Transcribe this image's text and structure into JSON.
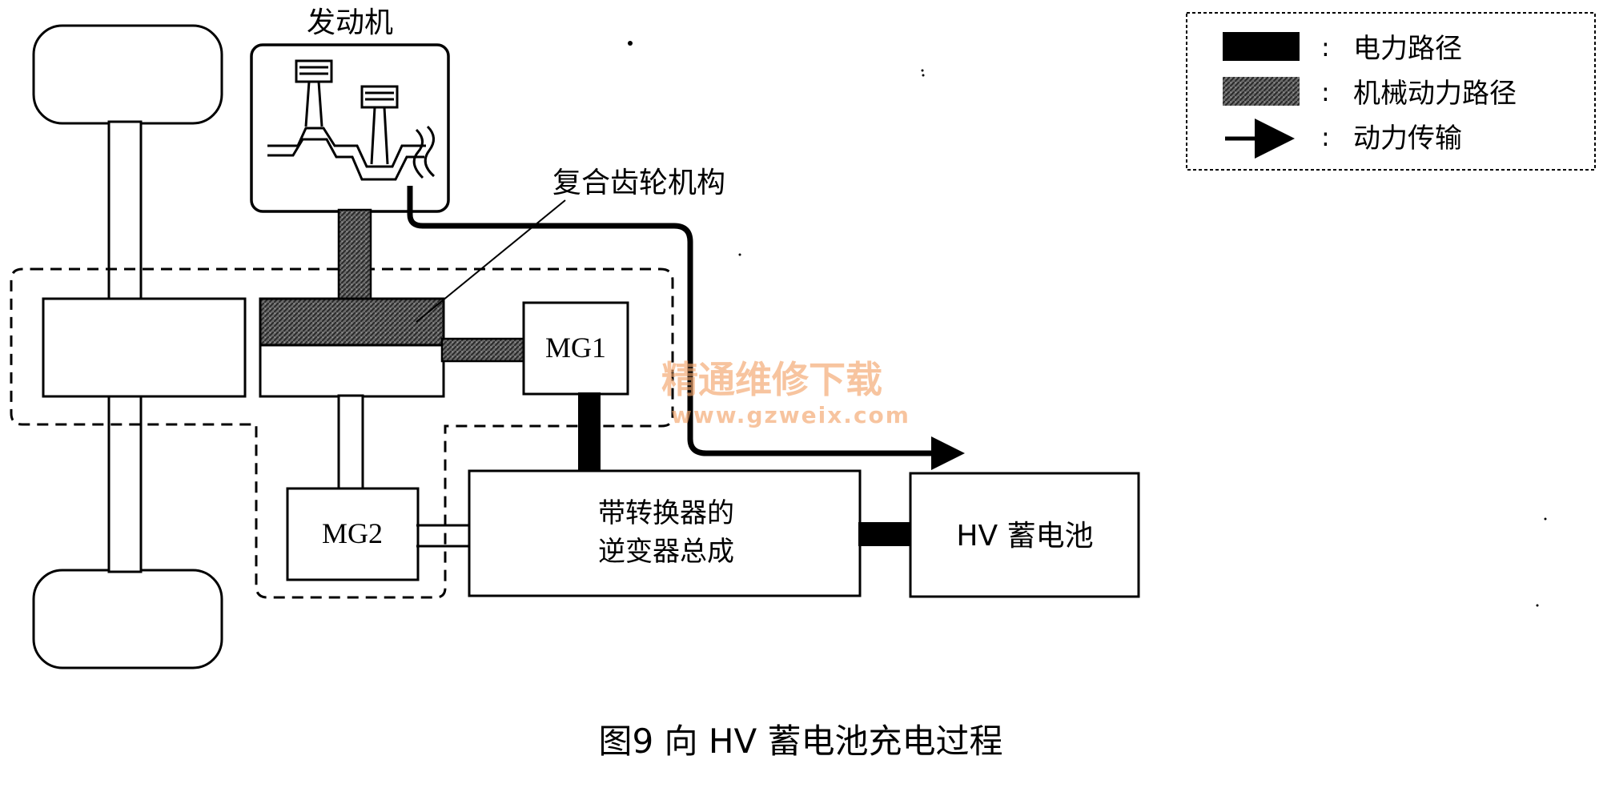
{
  "labels": {
    "engine": "发动机",
    "gear_mechanism": "复合齿轮机构",
    "mg1": "MG1",
    "mg2": "MG2",
    "inverter_line1": "带转换器的",
    "inverter_line2": "逆变器总成",
    "battery": "HV 蓄电池"
  },
  "legend": {
    "items": [
      {
        "separator": ":",
        "label": "电力路径"
      },
      {
        "separator": ":",
        "label": "机械动力路径"
      },
      {
        "separator": ":",
        "label": "动力传输"
      }
    ]
  },
  "caption": "图9 向 HV 蓄电池充电过程",
  "watermark": {
    "line1": "精通维修下载",
    "line2": "www.gzweix.com"
  },
  "colors": {
    "electric_path": "#000000",
    "mechanical_path": "#4a4a4a",
    "watermark": "#f3a66d"
  }
}
